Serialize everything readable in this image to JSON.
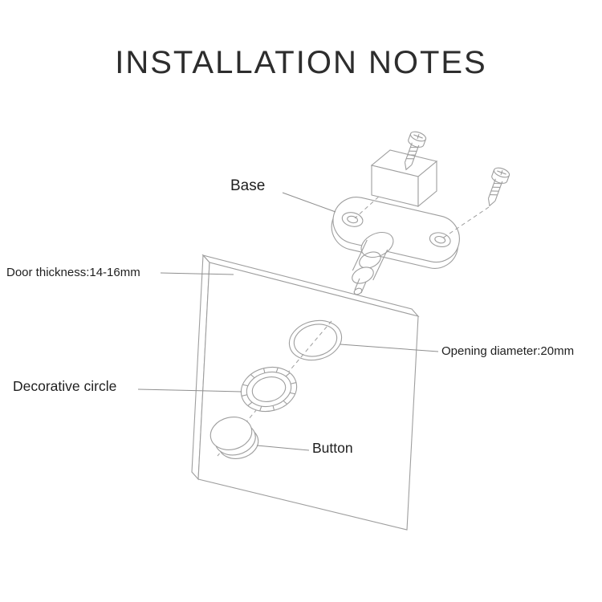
{
  "title": "INSTALLATION NOTES",
  "labels": {
    "base": "Base",
    "door_thickness": "Door thickness:14-16mm",
    "opening_diameter": "Opening diameter:20mm",
    "decorative_circle": "Decorative circle",
    "button": "Button"
  },
  "colors": {
    "background": "#ffffff",
    "drawing_line": "#9e9e9e",
    "text": "#1f1f1f"
  }
}
